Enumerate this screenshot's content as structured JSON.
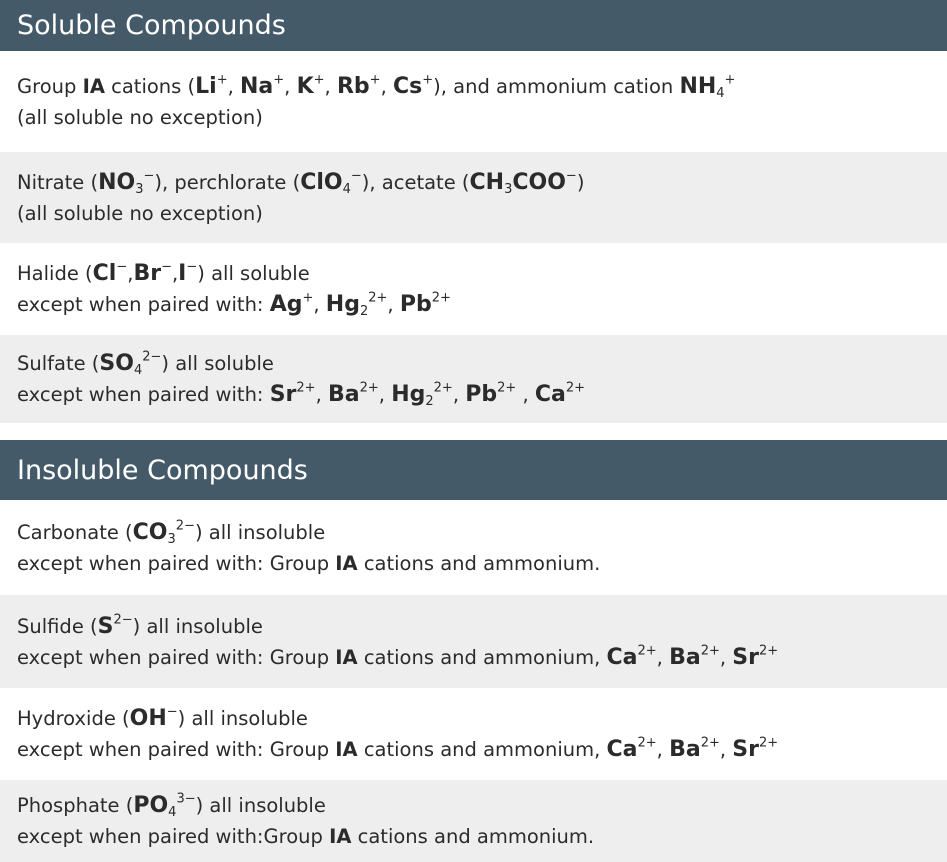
{
  "soluble": {
    "title": "Soluble Compounds",
    "rows": [
      {
        "line1": [
          {
            "t": "Group "
          },
          {
            "t": "IA",
            "c": "b"
          },
          {
            "t": " cations ("
          },
          {
            "t": "Li",
            "c": "f"
          },
          {
            "t": "+",
            "c": "sup"
          },
          {
            "t": ", "
          },
          {
            "t": "Na",
            "c": "f"
          },
          {
            "t": "+",
            "c": "sup"
          },
          {
            "t": ", "
          },
          {
            "t": "K",
            "c": "f"
          },
          {
            "t": "+",
            "c": "sup"
          },
          {
            "t": ", "
          },
          {
            "t": "Rb",
            "c": "f"
          },
          {
            "t": "+",
            "c": "sup"
          },
          {
            "t": ", "
          },
          {
            "t": "Cs",
            "c": "f"
          },
          {
            "t": "+",
            "c": "sup"
          },
          {
            "t": "), and ammonium cation "
          },
          {
            "t": "NH",
            "c": "f"
          },
          {
            "t": "4",
            "c": "sub"
          },
          {
            "t": "+",
            "c": "sup"
          }
        ],
        "line2": [
          {
            "t": "(all soluble no exception)"
          }
        ]
      },
      {
        "line1": [
          {
            "t": "Nitrate ("
          },
          {
            "t": "NO",
            "c": "f"
          },
          {
            "t": "3",
            "c": "sub"
          },
          {
            "t": "−",
            "c": "sup"
          },
          {
            "t": "), perchlorate ("
          },
          {
            "t": "ClO",
            "c": "f"
          },
          {
            "t": "4",
            "c": "sub"
          },
          {
            "t": "−",
            "c": "sup"
          },
          {
            "t": "), acetate ("
          },
          {
            "t": "CH",
            "c": "f"
          },
          {
            "t": "3",
            "c": "sub"
          },
          {
            "t": "COO",
            "c": "f"
          },
          {
            "t": "−",
            "c": "sup"
          },
          {
            "t": ")"
          }
        ],
        "line2": [
          {
            "t": "(all soluble no exception)"
          }
        ]
      },
      {
        "line1": [
          {
            "t": "Halide ("
          },
          {
            "t": "Cl",
            "c": "f"
          },
          {
            "t": "−",
            "c": "sup"
          },
          {
            "t": ","
          },
          {
            "t": "Br",
            "c": "f"
          },
          {
            "t": "−",
            "c": "sup"
          },
          {
            "t": ","
          },
          {
            "t": "I",
            "c": "f"
          },
          {
            "t": "−",
            "c": "sup"
          },
          {
            "t": ") all soluble"
          }
        ],
        "line2": [
          {
            "t": "except when paired with: "
          },
          {
            "t": "Ag",
            "c": "f"
          },
          {
            "t": "+",
            "c": "sup"
          },
          {
            "t": ", "
          },
          {
            "t": "Hg",
            "c": "f"
          },
          {
            "t": "2",
            "c": "sub"
          },
          {
            "t": "2+",
            "c": "sup"
          },
          {
            "t": ", "
          },
          {
            "t": "Pb",
            "c": "f"
          },
          {
            "t": "2+",
            "c": "sup"
          }
        ]
      },
      {
        "line1": [
          {
            "t": "Sulfate ("
          },
          {
            "t": "SO",
            "c": "f"
          },
          {
            "t": "4",
            "c": "sub"
          },
          {
            "t": "2−",
            "c": "sup"
          },
          {
            "t": ") all soluble"
          }
        ],
        "line2": [
          {
            "t": "except when paired with: "
          },
          {
            "t": "Sr",
            "c": "f"
          },
          {
            "t": "2+",
            "c": "sup"
          },
          {
            "t": ", "
          },
          {
            "t": "Ba",
            "c": "f"
          },
          {
            "t": "2+",
            "c": "sup"
          },
          {
            "t": ", "
          },
          {
            "t": "Hg",
            "c": "f"
          },
          {
            "t": "2",
            "c": "sub"
          },
          {
            "t": "2+",
            "c": "sup"
          },
          {
            "t": ", "
          },
          {
            "t": "Pb",
            "c": "f"
          },
          {
            "t": "2+",
            "c": "sup"
          },
          {
            "t": " , "
          },
          {
            "t": "Ca",
            "c": "f"
          },
          {
            "t": "2+",
            "c": "sup"
          }
        ]
      }
    ]
  },
  "insoluble": {
    "title": "Insoluble Compounds",
    "rows": [
      {
        "line1": [
          {
            "t": "Carbonate ("
          },
          {
            "t": "CO",
            "c": "f"
          },
          {
            "t": "3",
            "c": "sub"
          },
          {
            "t": "2−",
            "c": "sup"
          },
          {
            "t": ") all insoluble"
          }
        ],
        "line2": [
          {
            "t": "except when paired with: Group "
          },
          {
            "t": "IA",
            "c": "b"
          },
          {
            "t": " cations and ammonium."
          }
        ]
      },
      {
        "line1": [
          {
            "t": "Sulfide ("
          },
          {
            "t": "S",
            "c": "f"
          },
          {
            "t": "2−",
            "c": "sup"
          },
          {
            "t": ") all insoluble"
          }
        ],
        "line2": [
          {
            "t": "except when paired with: Group "
          },
          {
            "t": "IA",
            "c": "b"
          },
          {
            "t": " cations and ammonium, "
          },
          {
            "t": "Ca",
            "c": "f"
          },
          {
            "t": "2+",
            "c": "sup"
          },
          {
            "t": ", "
          },
          {
            "t": "Ba",
            "c": "f"
          },
          {
            "t": "2+",
            "c": "sup"
          },
          {
            "t": ", "
          },
          {
            "t": "Sr",
            "c": "f"
          },
          {
            "t": "2+",
            "c": "sup"
          }
        ]
      },
      {
        "line1": [
          {
            "t": "Hydroxide ("
          },
          {
            "t": "OH",
            "c": "f"
          },
          {
            "t": "−",
            "c": "sup"
          },
          {
            "t": ") all insoluble"
          }
        ],
        "line2": [
          {
            "t": "except when paired with: Group "
          },
          {
            "t": "IA",
            "c": "b"
          },
          {
            "t": " cations and ammonium, "
          },
          {
            "t": "Ca",
            "c": "f"
          },
          {
            "t": "2+",
            "c": "sup"
          },
          {
            "t": ", "
          },
          {
            "t": "Ba",
            "c": "f"
          },
          {
            "t": "2+",
            "c": "sup"
          },
          {
            "t": ", "
          },
          {
            "t": "Sr",
            "c": "f"
          },
          {
            "t": "2+",
            "c": "sup"
          }
        ]
      },
      {
        "line1": [
          {
            "t": "Phosphate ("
          },
          {
            "t": "PO",
            "c": "f"
          },
          {
            "t": "4",
            "c": "sub"
          },
          {
            "t": "3−",
            "c": "sup"
          },
          {
            "t": ") all insoluble"
          }
        ],
        "line2": [
          {
            "t": "except when paired with:Group "
          },
          {
            "t": "IA",
            "c": "b"
          },
          {
            "t": " cations and ammonium."
          }
        ]
      }
    ]
  }
}
